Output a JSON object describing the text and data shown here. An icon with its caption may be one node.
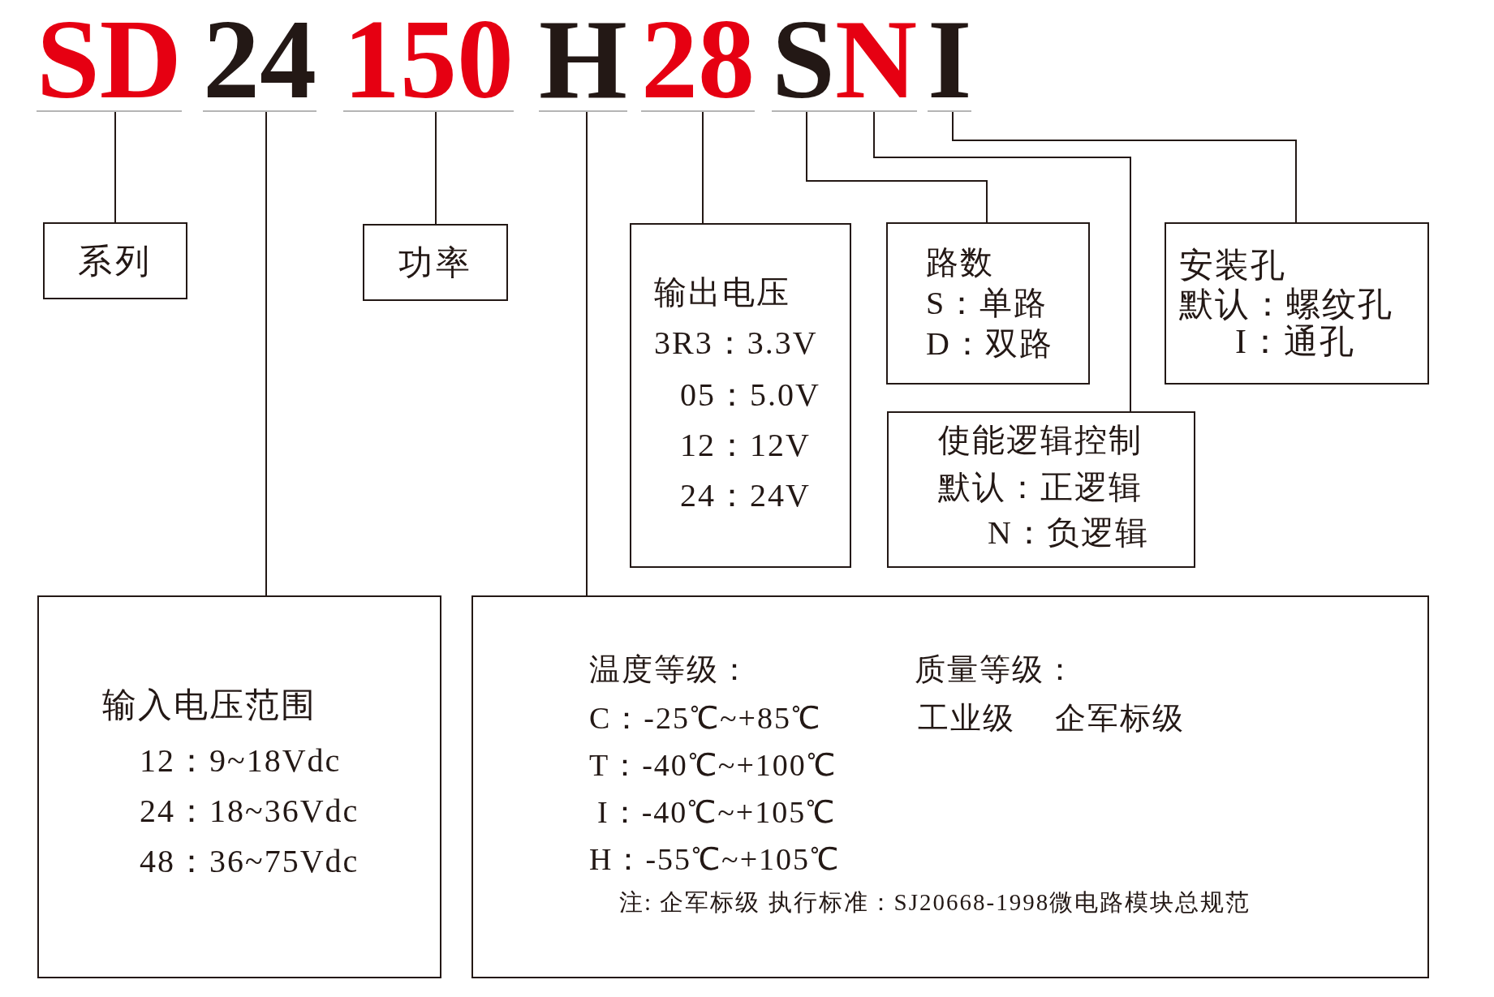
{
  "diagram": {
    "nodes": [
      {
        "text": [
          "SD"
        ]
      },
      {
        "text": [
          "24"
        ]
      },
      {
        "text": [
          "150"
        ]
      },
      {
        "text": [
          "H"
        ]
      },
      {
        "text": [
          "28"
        ]
      },
      {
        "text": [
          "S"
        ]
      },
      {
        "text": [
          "N"
        ]
      },
      {
        "text": [
          "I"
        ]
      },
      {
        "text": [
          "系列"
        ]
      },
      {
        "text": [
          "功率"
        ]
      },
      {
        "text": [
          "输出电压",
          "3R3：3.3V",
          "05：5.0V",
          "12：12V",
          "24：24V"
        ]
      },
      {
        "text": [
          "路数",
          "S：单路",
          "D：双路"
        ]
      },
      {
        "text": [
          "安装孔",
          "默认：螺纹孔",
          "I：通孔"
        ]
      },
      {
        "text": [
          "使能逻辑控制",
          "默认：正逻辑",
          "N：负逻辑"
        ]
      },
      {
        "text": [
          "输入电压范围",
          "12：9~18Vdc",
          "24：18~36Vdc",
          "48：36~75Vdc"
        ]
      },
      {
        "text": [
          "温度等级：",
          "C：-25℃~+85℃",
          "T：-40℃~+100℃",
          "I：-40℃~+105℃",
          "H：-55℃~+105℃",
          "质量等级：",
          "工业级",
          "企军标级",
          "注: 企军标级 执行标准：SJ20668-1998微电路模块总规范"
        ]
      }
    ],
    "edges": [
      {
        "from": 0,
        "to": 8,
        "arrow": "none"
      },
      {
        "from": 1,
        "to": 14,
        "arrow": "none"
      },
      {
        "from": 2,
        "to": 9,
        "arrow": "none"
      },
      {
        "from": 3,
        "to": 15,
        "arrow": "none"
      },
      {
        "from": 4,
        "to": 10,
        "arrow": "none"
      },
      {
        "from": 5,
        "to": 11,
        "arrow": "none"
      },
      {
        "from": 6,
        "to": 13,
        "arrow": "none"
      },
      {
        "from": 7,
        "to": 12,
        "arrow": "none"
      }
    ]
  }
}
